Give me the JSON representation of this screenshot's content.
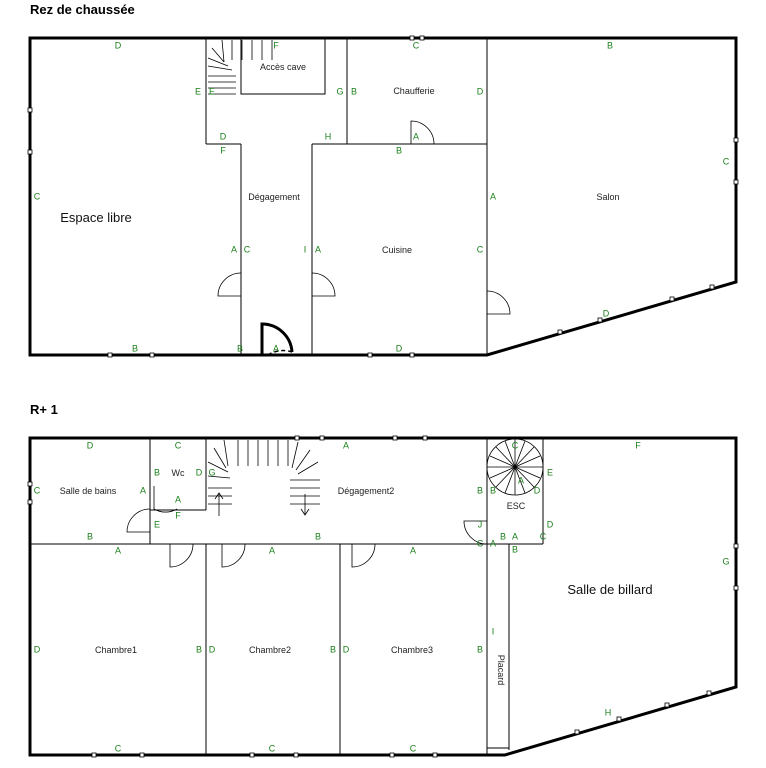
{
  "floors": {
    "ground": {
      "title": "Rez de chaussée",
      "rooms": {
        "espace_libre": "Espace libre",
        "acces_cave": "Accès cave",
        "chaufferie": "Chaufferie",
        "degagement": "Dégagement",
        "cuisine": "Cuisine",
        "salon": "Salon"
      },
      "labels": [
        "D",
        "F",
        "C",
        "B",
        "E",
        "E",
        "G",
        "B",
        "D",
        "C",
        "D",
        "H",
        "A",
        "F",
        "B",
        "C",
        "A",
        "A",
        "C",
        "I",
        "A",
        "C",
        "A",
        "D",
        "B",
        "B",
        "A",
        "D"
      ]
    },
    "first": {
      "title": "R+ 1",
      "rooms": {
        "salle_de_bains": "Salle de bains",
        "wc": "Wc",
        "degagement2": "Dégagement2",
        "esc": "ESC",
        "salle_de_billard": "Salle de billard",
        "chambre1": "Chambre1",
        "chambre2": "Chambre2",
        "chambre3": "Chambre3",
        "placard": "Placard"
      },
      "labels": [
        "D",
        "C",
        "A",
        "C",
        "F",
        "C",
        "B",
        "D",
        "G",
        "A",
        "B",
        "B",
        "D",
        "E",
        "A",
        "A",
        "E",
        "F",
        "J",
        "B",
        "B",
        "A",
        "C",
        "D",
        "C",
        "A",
        "B",
        "B",
        "A",
        "A",
        "A",
        "D",
        "A",
        "G",
        "D",
        "B",
        "D",
        "B",
        "D",
        "B",
        "I",
        "H",
        "C",
        "C",
        "C"
      ]
    }
  },
  "colors": {
    "wall": "#000000",
    "label_green": "#1a7f1a",
    "background": "#ffffff"
  }
}
